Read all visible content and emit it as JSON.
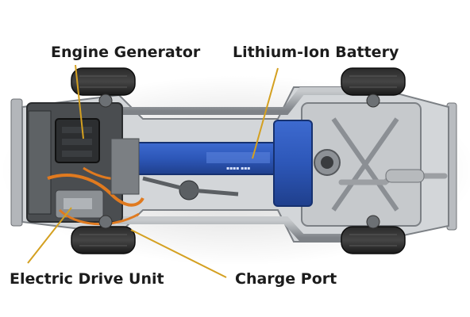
{
  "callouts": {
    "engine_generator": "Engine Generator",
    "lithium_ion_battery": "Lithium-Ion Battery",
    "electric_drive_unit": "Electric Drive Unit",
    "charge_port": "Charge Port"
  },
  "colors": {
    "leader_line": "#d4a020",
    "battery_blue": "#2d57b8",
    "frame_gray": "#9a9ea3",
    "tire_black": "#1a1a1a",
    "orange_cable": "#e07a1f"
  }
}
